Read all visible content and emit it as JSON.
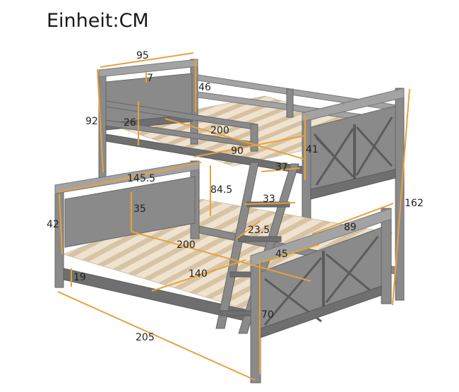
{
  "title": "Einheit:CM",
  "colors": {
    "frame": "#8a8a8a",
    "slats": "#efe2cf",
    "dimension_arrows": "#e6a23c",
    "text": "#222222"
  },
  "dimensions": {
    "upper_width": "95",
    "upper_rail_gap": "7",
    "upper_guard_height": "46",
    "upper_total_height": "92",
    "upper_inner_height": "26",
    "upper_length": "200",
    "upper_inner_width": "90",
    "upper_side_guard": "41",
    "ladder_top_width": "37",
    "lower_width": "145.5",
    "lower_clearance": "84.5",
    "ladder_step_width": "33",
    "lower_head_height": "42",
    "lower_head_inner": "35",
    "ladder_angle": "23.5",
    "foot_width": "89",
    "lower_length": "200",
    "lower_rail_length": "45",
    "lower_inner_width": "140",
    "lower_leg_height": "19",
    "footboard_height": "70",
    "total_length": "205",
    "total_height": "162"
  }
}
